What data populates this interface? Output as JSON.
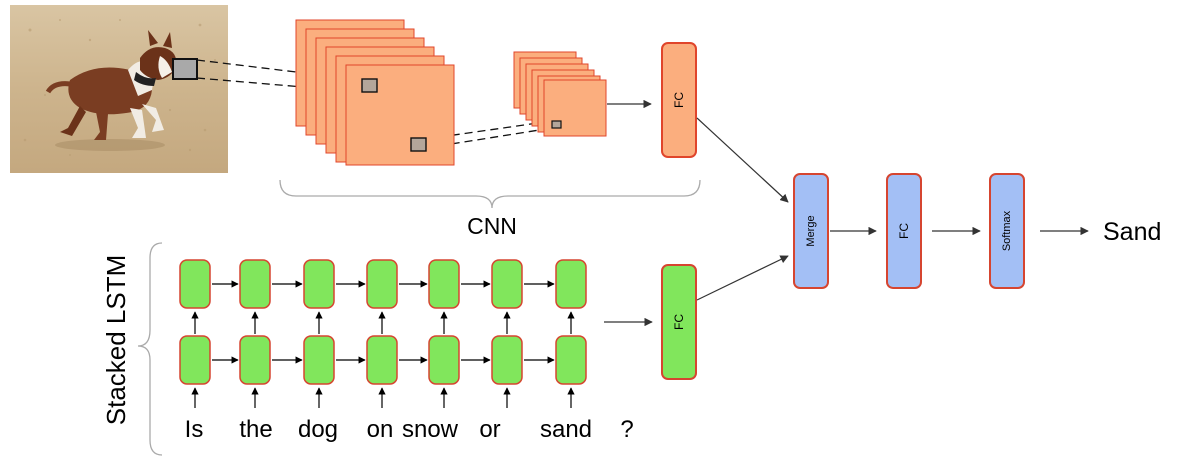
{
  "photo": {
    "description": "photo-of-dog-on-sand"
  },
  "cnn": {
    "label": "CNN",
    "fc_label": "FC"
  },
  "lstm": {
    "label": "Stacked LSTM",
    "fc_label": "FC",
    "words": [
      "Is",
      "the",
      "dog",
      "on",
      "snow",
      "or",
      "sand",
      "?"
    ]
  },
  "head": {
    "merge_label": "Merge",
    "fc_label": "FC",
    "softmax_label": "Softmax",
    "answer": "Sand"
  },
  "colors": {
    "orange_fill": "#FBAE7E",
    "orange_stroke": "#E0452B",
    "green_fill": "#81E65C",
    "green_stroke": "#D64530",
    "blue_fill": "#A3BFF5",
    "blue_stroke": "#D64530",
    "arrow": "#333333"
  }
}
